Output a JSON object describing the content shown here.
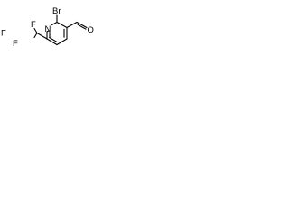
{
  "structure": {
    "labels": {
      "bromine": "Br",
      "ring_nitrogen": "N",
      "aldehyde_oxygen": "O",
      "fluorine_top": "F",
      "fluorine_left": "F",
      "fluorine_bottom": "F"
    },
    "colors": {
      "bond": "#000000",
      "text": "#000000",
      "background": "#ffffff"
    }
  }
}
